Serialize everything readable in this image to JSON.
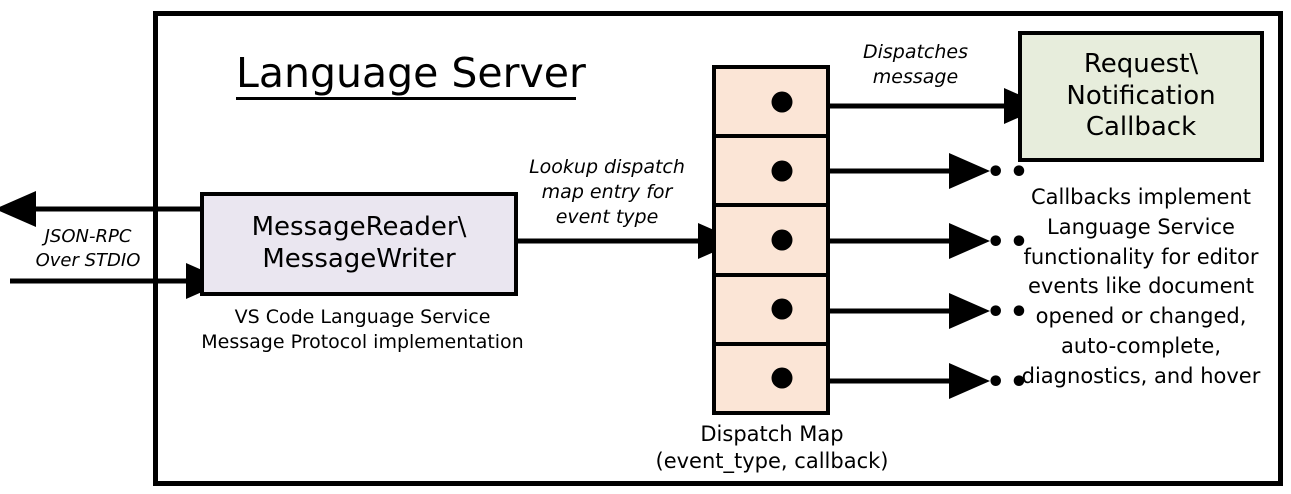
{
  "diagram": {
    "title": "Language Server",
    "container_label": "Language Server"
  },
  "external_io": {
    "label_line1": "JSON-RPC",
    "label_line2": "Over STDIO",
    "inbound_arrow": "arrow-right-into-server",
    "outbound_arrow": "arrow-left-out-of-server"
  },
  "reader_writer": {
    "line1": "MessageReader\\",
    "line2": "MessageWriter",
    "caption_line1": "VS Code Language Service",
    "caption_line2": "Message Protocol implementation",
    "fill": "#EAE6F0"
  },
  "lookup_edge": {
    "line1": "Lookup dispatch",
    "line2": "map entry for",
    "line3": "event type"
  },
  "dispatch_map": {
    "caption_line1": "Dispatch Map",
    "caption_line2": "(event_type, callback)",
    "fill": "#FBE5D6",
    "row_count": 5,
    "rows": [
      {
        "index": 1,
        "target": "Request\\Notification Callback",
        "has_ellipsis": false
      },
      {
        "index": 2,
        "target": "...",
        "has_ellipsis": true
      },
      {
        "index": 3,
        "target": "...",
        "has_ellipsis": true
      },
      {
        "index": 4,
        "target": "...",
        "has_ellipsis": true
      },
      {
        "index": 5,
        "target": "...",
        "has_ellipsis": true
      }
    ],
    "ellipsis_glyph": "•••"
  },
  "dispatch_edge": {
    "line1": "Dispatches",
    "line2": "message"
  },
  "callback": {
    "line1": "Request\\",
    "line2": "Notification",
    "line3": "Callback",
    "fill": "#E7EDDC",
    "caption_line1": "Callbacks implement",
    "caption_line2": "Language Service",
    "caption_line3": "functionality for editor",
    "caption_line4": "events like document",
    "caption_line5": "opened or changed,",
    "caption_line6": "auto-complete,",
    "caption_line7": "diagnostics, and hover"
  },
  "colors": {
    "stroke": "#000000",
    "background": "#FFFFFF"
  }
}
